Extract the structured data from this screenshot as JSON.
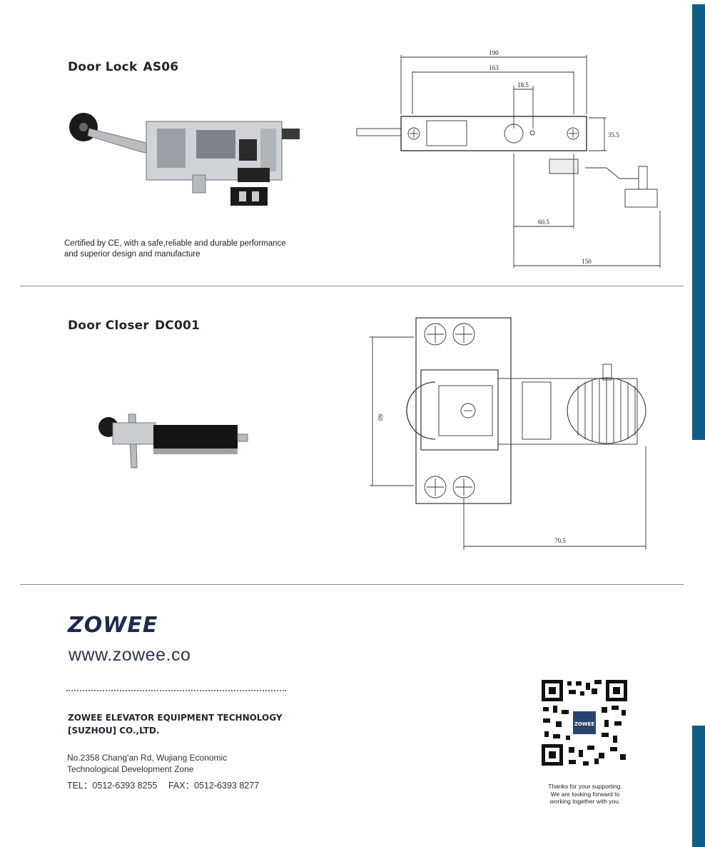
{
  "sections": {
    "door_lock": {
      "title": "Door Lock",
      "code": "AS06",
      "caption_line1": "Certified by CE, with a safe,reliable and durable performance",
      "caption_line2": "and superior design and manufacture",
      "dimensions": [
        "190",
        "163",
        "18.5",
        "35.5",
        "60.5",
        "150"
      ]
    },
    "door_closer": {
      "title": "Door Closer",
      "code": "DC001",
      "dimensions": [
        "60",
        "70.5"
      ]
    }
  },
  "brand": {
    "logo": "ZOWEE",
    "website": "www.zowee.co"
  },
  "company": {
    "name_line1": "ZOWEE ELEVATOR EQUIPMENT TECHNOLOGY",
    "name_line2": "[SUZHOU] CO.,LTD.",
    "address_line1": "No.2358 Chang'an Rd, Wujiang Economic",
    "address_line2": "Technological Development Zone",
    "tel": "TEL：0512-6393 8255",
    "fax": "FAX：0512-6393 8277"
  },
  "qr": {
    "center_text": "ZOWEE",
    "caption_line1": "Thanks for your supporting.",
    "caption_line2": "We are looking forward to",
    "caption_line3": "working together with you."
  },
  "colors": {
    "accent_bar": "#0e5f85",
    "text_dark": "#1f2530",
    "logo": "#1c2b4d"
  }
}
